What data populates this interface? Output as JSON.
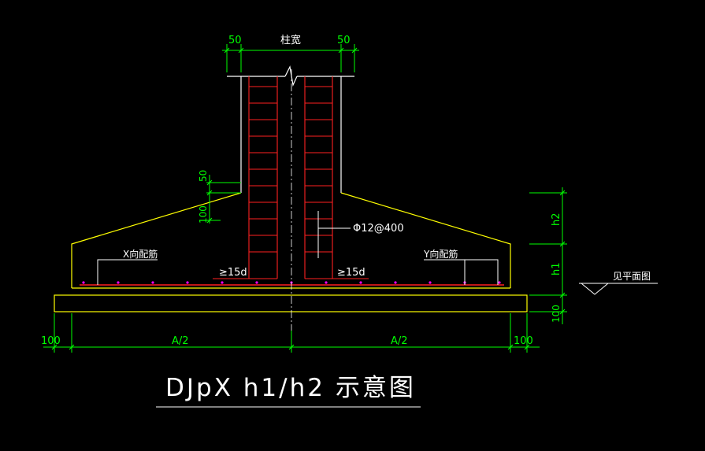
{
  "colors": {
    "background": "#000000",
    "concrete": "#ffff00",
    "column_outline": "#ffffff",
    "rebar": "#ff2020",
    "dimension": "#00ff00",
    "label": "#ffffff",
    "bottom_bar_dots": "#ff00ff",
    "centerline": "#ffffff"
  },
  "labels": {
    "column_width": "柱宽",
    "dim_50_left": "50",
    "dim_50_right": "50",
    "dim_50_slope": "50",
    "dim_100_slope": "100",
    "stirrup_spec": "Φ12@400",
    "x_bars": "X向配筋",
    "y_bars": "Y向配筋",
    "anchor_left": "≥15d",
    "anchor_right": "≥15d",
    "h2": "h2",
    "h1": "h1",
    "dim_100_right": "100",
    "see_plan": "见平面图",
    "dim_100_bottom_left": "100",
    "dim_100_bottom_right": "100",
    "half_a_left": "A/2",
    "half_a_right": "A/2",
    "title": "DJpX h1/h2 示意图"
  }
}
